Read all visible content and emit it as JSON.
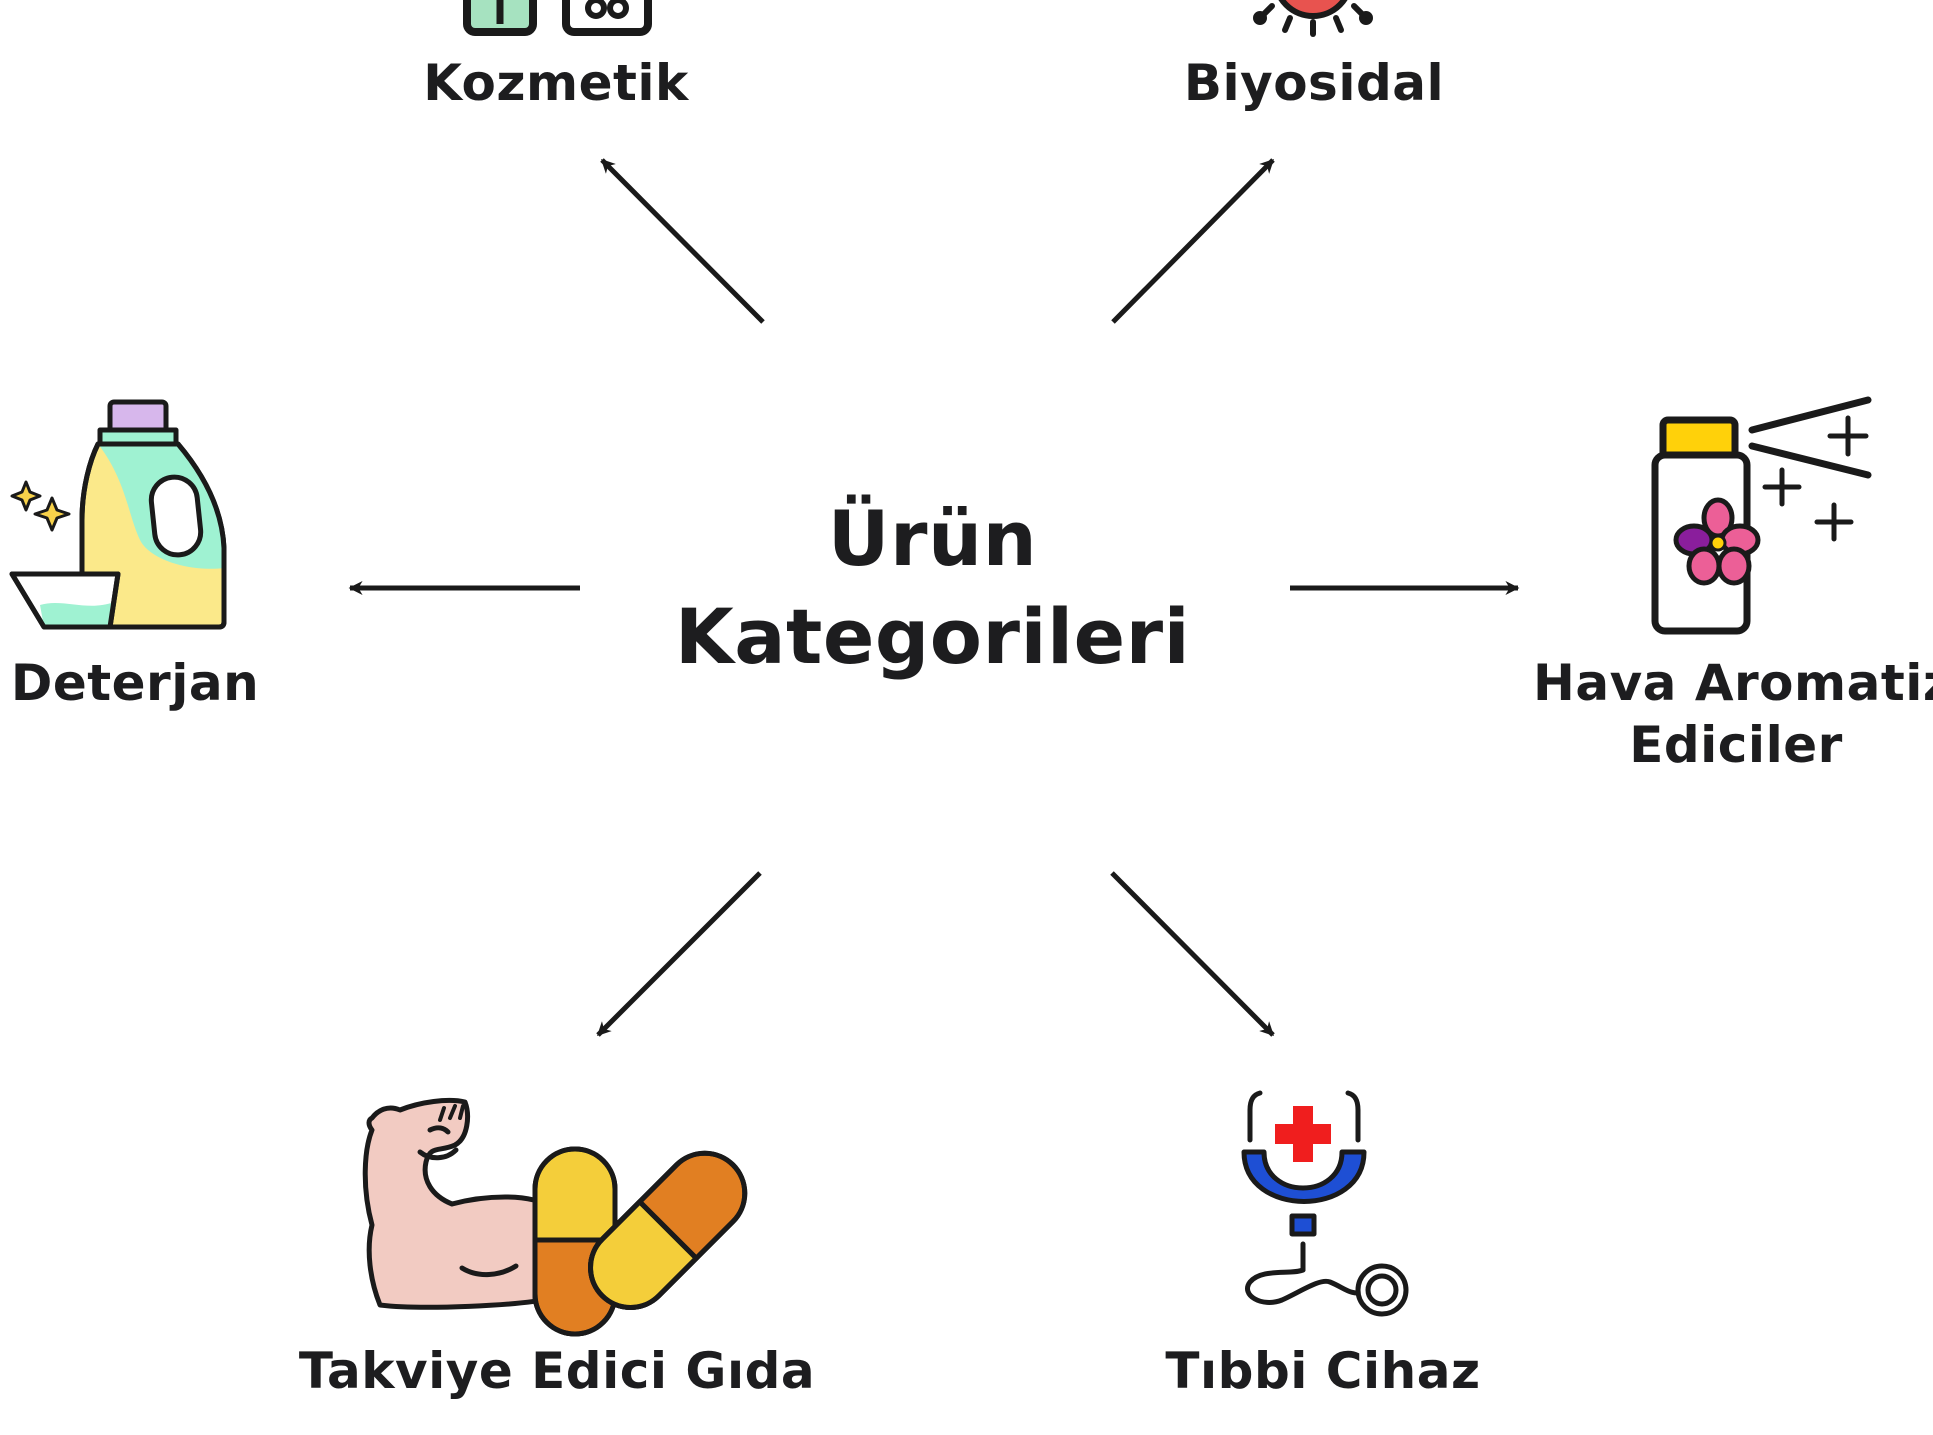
{
  "center": {
    "line1": "Ürün",
    "line2": "Kategorileri"
  },
  "categories": [
    {
      "label": "Kozmetik",
      "icon": "cosmetic-jars-icon"
    },
    {
      "label": "Biyosidal",
      "icon": "virus-icon"
    },
    {
      "label": "Deterjan",
      "icon": "detergent-bottle-icon"
    },
    {
      "label": "Hava Aromatize",
      "label2": "Ediciler",
      "icon": "air-freshener-spray-icon"
    },
    {
      "label": "Takviye Edici Gıda",
      "icon": "muscle-capsule-icon"
    },
    {
      "label": "Tıbbi Cihaz",
      "icon": "stethoscope-icon"
    }
  ],
  "colors": {
    "text": "#1d1d1f",
    "stroke": "#1a1a1a",
    "detergent_cap": "#d7b7ec",
    "detergent_body": "#fbe98a",
    "detergent_band": "#9ff2d2",
    "spray_cap": "#ffd10a",
    "flower": "#ec5f97",
    "capsule_yellow": "#f4ce3a",
    "capsule_orange": "#e17f22",
    "arm": "#f2cbc2",
    "stethoscope_blue": "#1e4fd4",
    "cross_red": "#f01e1e",
    "virus_red": "#e8534f"
  }
}
